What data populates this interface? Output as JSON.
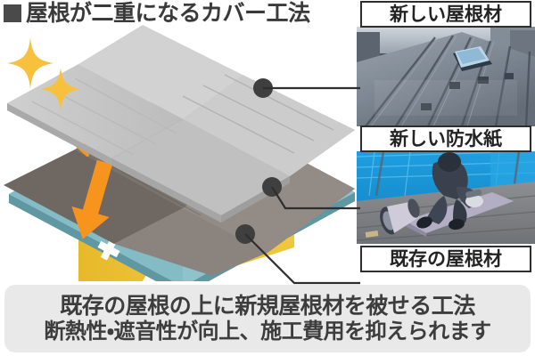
{
  "header": {
    "bullet_icon": "filled-square-bullet",
    "title": "屋根が二重になるカバー工法"
  },
  "diagram": {
    "alt": "exploded isometric roof cover method diagram",
    "layers": [
      {
        "id": "new-roof",
        "name": "新しい屋根材",
        "color": "#c9c9c9"
      },
      {
        "id": "new-sheet",
        "name": "新しい防水紙",
        "color": "#8b8480"
      },
      {
        "id": "existing-roof",
        "name": "既存の屋根材",
        "color": "#76b2bd"
      },
      {
        "id": "house-body",
        "name": "house",
        "color": "#f0c842"
      }
    ],
    "sparkle_icon": "sparkle-star",
    "sparkle_color": "#f7c13e",
    "arrow_icon": "down-arrow",
    "arrow_color": "#f7941d",
    "mark_icon": "x-mark",
    "mark_color": "#ffffff",
    "marks_count": 2,
    "callout_dot_color": "#3f3f3f",
    "callout_dots": 3
  },
  "callouts": [
    {
      "id": "callout-new-roof",
      "label": "新しい屋根材"
    },
    {
      "id": "callout-new-sheet",
      "label": "新しい防水紙"
    },
    {
      "id": "callout-existing-roof",
      "label": "既存の屋根材"
    }
  ],
  "photos": [
    {
      "id": "photo-new-roof",
      "alt": "standing seam metal roof with skylight"
    },
    {
      "id": "photo-new-sheet",
      "alt": "worker rolling waterproof underlayment on roof"
    }
  ],
  "caption": {
    "line1": "既存の屋根の上に新規屋根材を被せる工法",
    "line2": "断熱性・遮音性が向上、施工費用を抑えられます",
    "background": "#e9e9e9",
    "text_color": "#3d3d3d"
  }
}
